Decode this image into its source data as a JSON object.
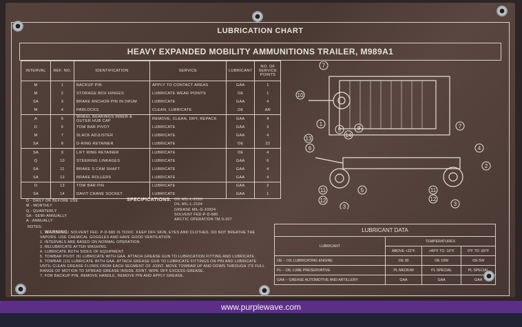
{
  "title": "LUBRICATION CHART",
  "subtitle": "HEAVY EXPANDED MOBILITY AMMUNITIONS TRAILER, M989A1",
  "columns": [
    "INTERVAL",
    "REF. NO.",
    "IDENTIFICATION",
    "SERVICE",
    "LUBRICANT",
    "NO. OF SERVICE POINTS"
  ],
  "rows": [
    [
      "M",
      "1",
      "BACKUP PIN",
      "APPLY TO CONTACT AREAS",
      "GAA",
      "1"
    ],
    [
      "M",
      "2",
      "STORAGE BOX HINGES",
      "LUBRICATE WEAR POINTS",
      "OE",
      "1"
    ],
    [
      "SA",
      "3",
      "BRAKE ANCHOR PIN IN DRUM",
      "LUBRICATE",
      "GAA",
      "4"
    ],
    [
      "M",
      "4",
      "PADLOCKS",
      "CLEAN, LUBRICATE",
      "OE",
      "AR"
    ],
    [
      "A",
      "5",
      "WHEEL BEARINGS INNER & OUTER HUB CAP",
      "REMOVE, CLEAN, DRY, REPACK",
      "GAA",
      "4"
    ],
    [
      "D",
      "6",
      "TOW BAR PIVOT",
      "LUBRICATE",
      "GAA",
      "3"
    ],
    [
      "M",
      "7",
      "SLACK ADJUSTER",
      "LUBRICATE",
      "GAA",
      "4"
    ],
    [
      "SA",
      "8",
      "D-RING RETAINER",
      "LUBRICATE",
      "OE",
      "22"
    ],
    [
      "SA",
      "9",
      "LIFT RING RETAINER",
      "LUBRICATE",
      "OE",
      "4"
    ],
    [
      "Q",
      "10",
      "STEERING LINKAGES",
      "LUBRICATE",
      "GAA",
      "6"
    ],
    [
      "SA",
      "11",
      "BRAKE S CAM SHAFT",
      "LUBRICATE",
      "GAA",
      "4"
    ],
    [
      "SA",
      "12",
      "BRAKE ROLLERS",
      "LUBRICATE",
      "GAA",
      "4"
    ],
    [
      "D",
      "13",
      "TOW BAR PIN",
      "LUBRICATE",
      "GAA",
      "2"
    ],
    [
      "SA",
      "14",
      "DAVIT CRANE SOCKET",
      "LUBRICATE",
      "GAA",
      "1"
    ]
  ],
  "legend": [
    "D - DAILY OR BEFORE USE",
    "M - MONTHLY",
    "Q - QUARTERLY",
    "SA - SEMI-ANNUALLY",
    "A - ANNUALLY"
  ],
  "specifications": {
    "label": "SPECIFICATIONS:",
    "items": [
      "OIL MIL-L-2105",
      "OIL MIL-L-2104",
      "GREASE MIL-G-10924",
      "SOLVENT FED-P-D-680",
      "ARCTIC OPERATION TM-9-207"
    ]
  },
  "notes_label": "NOTES:",
  "notes": [
    {
      "n": "1.",
      "lead": "WARNING:",
      "text": "SOLVENT FED. P-D-680 IS TOXIC. KEEP OFF SKIN, EYES AND CLOTHES. DO NOT BREATHE THE VAPORS. USE CHEMICAL GOGGLES AND HAVE GOOD VENTILATION."
    },
    {
      "n": "2.",
      "text": "INTERVALS ARE BASED ON NORMAL OPERATION."
    },
    {
      "n": "3.",
      "text": "RELUBRICATE AFTER WASHING."
    },
    {
      "n": "4.",
      "text": "LUBRICATE BOTH SIDES OF EQUIPMENT."
    },
    {
      "n": "5.",
      "text": "TOWBAR PIVOT (6) LUBRICATE WITH GAA. ATTACH GREASE GUN TO LUBRICATION FITTING AND LUBRICATE."
    },
    {
      "n": "6.",
      "text": "TOWBAR (13) LUBRICATE WITH GAA. ATTACH GREASE GUN TO LUBRICATE FITTINGS ON PIN AND LUBRICATE UNTIL CLEAN GREASE FLOWS FROM EACH SEGMENT OF JOINT. MOVE TOWBAR UP AND DOWN THROUGH ITS FULL RANGE OF MOTION TO SPREAD GREASE INSIDE JOINT. WIPE OFF EXCESS GREASE."
    },
    {
      "n": "7.",
      "text": "FOR BACKUP PIN, REMOVE HANDLE, REMOVE PIN AND APPLY GREASE."
    }
  ],
  "lubricant_data": {
    "title": "LUBRICANT DATA",
    "lubricant_header": "LUBRICANT",
    "temps_header": "TEMPERATURES",
    "temps": [
      "ABOVE +32°F",
      "+40°F TO -10°F",
      "0°F TO -65°F"
    ],
    "rows": [
      [
        "OE -- OIL LUBRICATING ENGINE",
        "OE 30",
        "OE 10W",
        "OE 5W"
      ],
      [
        "PL -- OIL LUBE PRESERVATIVE",
        "PL MEDIUM",
        "PL SPECIAL",
        "PL SPECIAL"
      ],
      [
        "GAA -- GREASE AUTOMOTIVE AND ARTILLERY",
        "GAA",
        "GAA",
        "GAA"
      ]
    ]
  },
  "diagram_callouts": {
    "top": [
      "7",
      "10",
      "1",
      "9",
      "14",
      "8",
      "7"
    ],
    "side": [
      "13",
      "6",
      "4",
      "2",
      "5",
      "11",
      "12",
      "3",
      "11",
      "12",
      "3"
    ]
  },
  "watermark": "www.purplewave.com",
  "colors": {
    "plate": "#4d3c36",
    "band": "#5d2e86"
  }
}
